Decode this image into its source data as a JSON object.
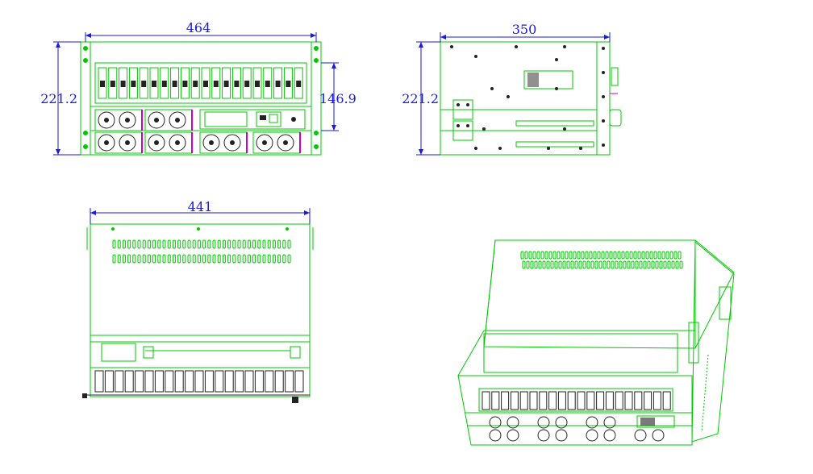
{
  "colors": {
    "outline": "#00c800",
    "dimension": "#1a1ad8",
    "accent": "#c800c8",
    "background": "#ffffff",
    "dark": "#222222"
  },
  "front_view": {
    "width_label": "464",
    "height_label": "221.2",
    "inner_height_label": "146.9"
  },
  "side_view": {
    "depth_label": "350",
    "height_label": "221.2"
  },
  "top_view": {
    "width_label": "441"
  }
}
